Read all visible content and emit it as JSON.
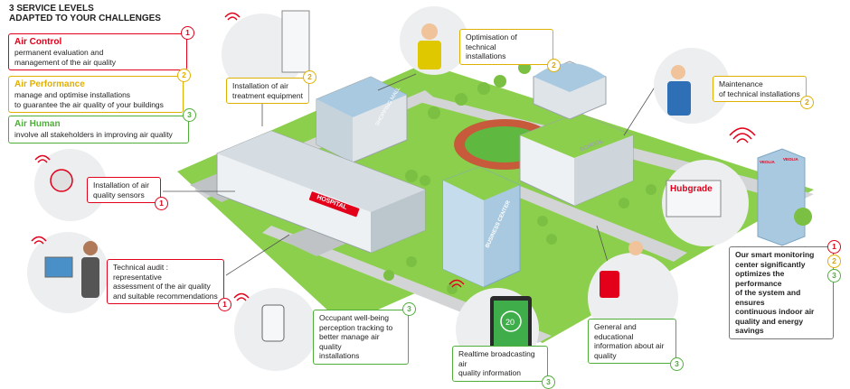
{
  "legend": {
    "title_line1": "3 SERVICE LEVELS",
    "title_line2": "ADAPTED TO YOUR CHALLENGES",
    "levels": [
      {
        "number": "1",
        "name": "Air Control",
        "desc_line1": "permanent evaluation and",
        "desc_line2": "management of the air quality",
        "color": "#e2001a"
      },
      {
        "number": "2",
        "name": "Air Performance",
        "desc_line1": "manage and optimise installations",
        "desc_line2": "to guarantee the air quality of your buildings",
        "color": "#e0b000"
      },
      {
        "number": "3",
        "name": "Air Human",
        "desc_line1": "involve all stakeholders in improving air quality",
        "desc_line2": "",
        "color": "#4fae3a"
      }
    ]
  },
  "callouts": {
    "treatment": {
      "line1": "Installation of air",
      "line2": "treatment equipment",
      "badge": "2"
    },
    "optimisation": {
      "line1": "Optimisation of technical",
      "line2": "installations",
      "badge": "2"
    },
    "maintenance": {
      "line1": "Maintenance",
      "line2": "of technical installations",
      "badge": "2"
    },
    "sensors": {
      "line1": "Installation of air",
      "line2": "quality sensors",
      "badge": "1"
    },
    "audit": {
      "line1": "Technical audit : representative",
      "line2": "assessment of the air quality",
      "line3": "and suitable recommendations",
      "badge": "1"
    },
    "wellbeing": {
      "line1": "Occupant well-being",
      "line2": "perception tracking to",
      "line3": "better manage air quality",
      "line4": "installations",
      "badge": "3"
    },
    "broadcast": {
      "line1": "Realtime broadcasting air",
      "line2": "quality information",
      "badge": "3"
    },
    "education": {
      "line1": "General and educational",
      "line2": "information about air",
      "line3": "quality",
      "badge": "3"
    },
    "monitoring": {
      "line1": "Our smart monitoring",
      "line2": "center significantly",
      "line3": "optimizes the performance",
      "line4": "of the system and ensures",
      "line5": "continuous indoor air",
      "line6": "quality and energy savings",
      "badges": [
        "1",
        "2",
        "3"
      ]
    }
  },
  "buildings": {
    "mall": "SHOPPING MALL",
    "hospital": "HOSPITAL",
    "school": "SCHOOL",
    "business": "BUSINESS CENTER",
    "hubgrade": "Hubgrade",
    "veolia1": "VEOLIA",
    "veolia2": "VEOLIA",
    "tablet_value": "20"
  },
  "colors": {
    "red": "#e2001a",
    "yellow": "#e0b000",
    "green": "#4fae3a",
    "grass": "#8ccf4d",
    "road": "#d2d4d5"
  }
}
